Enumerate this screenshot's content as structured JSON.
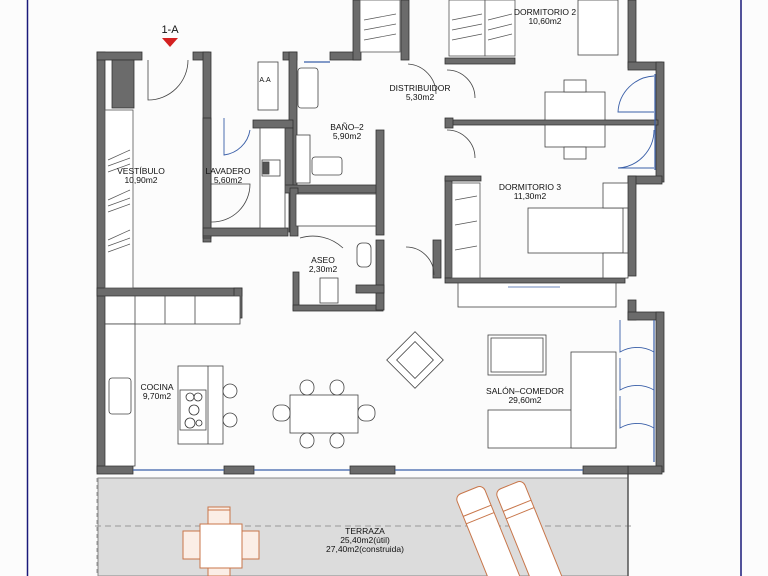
{
  "plan": {
    "unit_label": "1-A",
    "colors": {
      "wall": "#6b6b6b",
      "wall_dark": "#4f4f4f",
      "window": "#3a5fa8",
      "terrace_fill": "#dcdcdc",
      "terrace_furniture": "#c8764a",
      "border": "#1a1a7a"
    },
    "rooms": [
      {
        "name": "VESTÍBULO",
        "area": "10,90m2"
      },
      {
        "name": "LAVADERO",
        "area": "5,60m2"
      },
      {
        "name": "BAÑO–2",
        "area": "5,90m2"
      },
      {
        "name": "DISTRIBUIDOR",
        "area": "5,30m2"
      },
      {
        "name": "DORMITORIO  2",
        "area": "10,60m2"
      },
      {
        "name": "DORMITORIO  3",
        "area": "11,30m2"
      },
      {
        "name": "ASEO",
        "area": "2,30m2"
      },
      {
        "name": "COCINA",
        "area": "9,70m2"
      },
      {
        "name": "SALÓN–COMEDOR",
        "area": "29,60m2"
      }
    ],
    "terrace": {
      "name": "TERRAZA",
      "area_util": "25,40m2(útil)",
      "area_construida": "27,40m2(construida)"
    },
    "fixtures": {
      "aa_unit": "A.A"
    }
  }
}
